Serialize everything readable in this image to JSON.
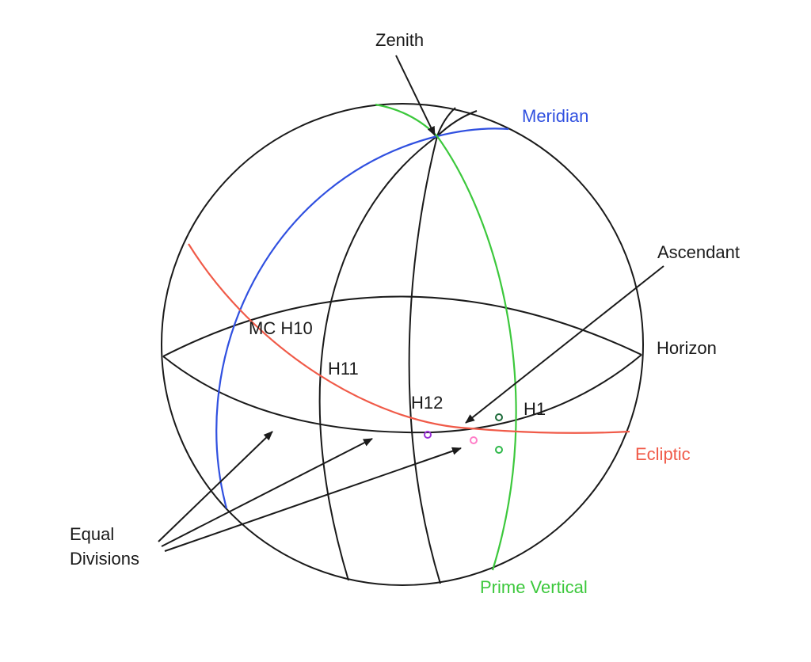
{
  "diagram": {
    "labels": {
      "zenith": "Zenith",
      "meridian": "Meridian",
      "ascendant": "Ascendant",
      "horizon": "Horizon",
      "ecliptic": "Ecliptic",
      "prime_vertical": "Prime Vertical",
      "equal_divisions_line1": "Equal",
      "equal_divisions_line2": "Divisions",
      "mc_h10": "MC H10",
      "h11": "H11",
      "h12": "H12",
      "h1": "H1"
    },
    "colors": {
      "outline": "#1a1a1a",
      "meridian": "#3050e0",
      "ecliptic": "#f05a48",
      "prime_vertical": "#3cc83c",
      "marker_purple": "#9b30d8",
      "marker_pink": "#ff7ec8",
      "marker_dark_green": "#1d6b3a",
      "marker_green": "#2fb84a"
    }
  }
}
